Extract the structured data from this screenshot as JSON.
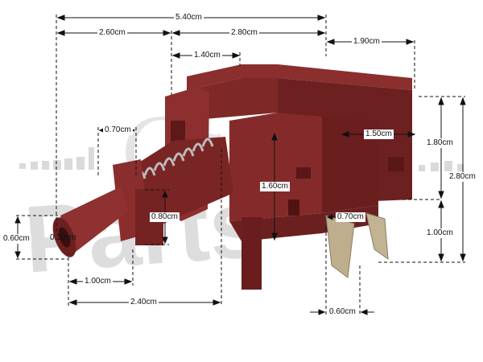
{
  "watermark": {
    "text": "Parts",
    "secondary": "Canto",
    "color": "#bdbdbd"
  },
  "colors": {
    "body": "#7a2525",
    "body_dark": "#5a1717",
    "body_light": "#963434",
    "spring": "#b8b8b8",
    "terminal": "#b9a98c",
    "dimension_line": "#111111"
  },
  "dimensions": {
    "total_length": "5.40cm",
    "plunger_section": "2.60cm",
    "body_section": "2.80cm",
    "side_depth": "1.90cm",
    "top_step": "1.40cm",
    "collar_width": "0.70cm",
    "side_width": "1.50cm",
    "upper_height": "1.80cm",
    "total_height": "2.80cm",
    "body_height": "1.60cm",
    "terminal_gap": "0.70cm",
    "lower_height": "1.00cm",
    "collar_height": "0.80cm",
    "plunger_outer": "0.60cm",
    "plunger_inner": "0.30cm",
    "plunger_length": "1.00cm",
    "front_to_body": "2.40cm",
    "terminal_width": "0.60cm"
  }
}
